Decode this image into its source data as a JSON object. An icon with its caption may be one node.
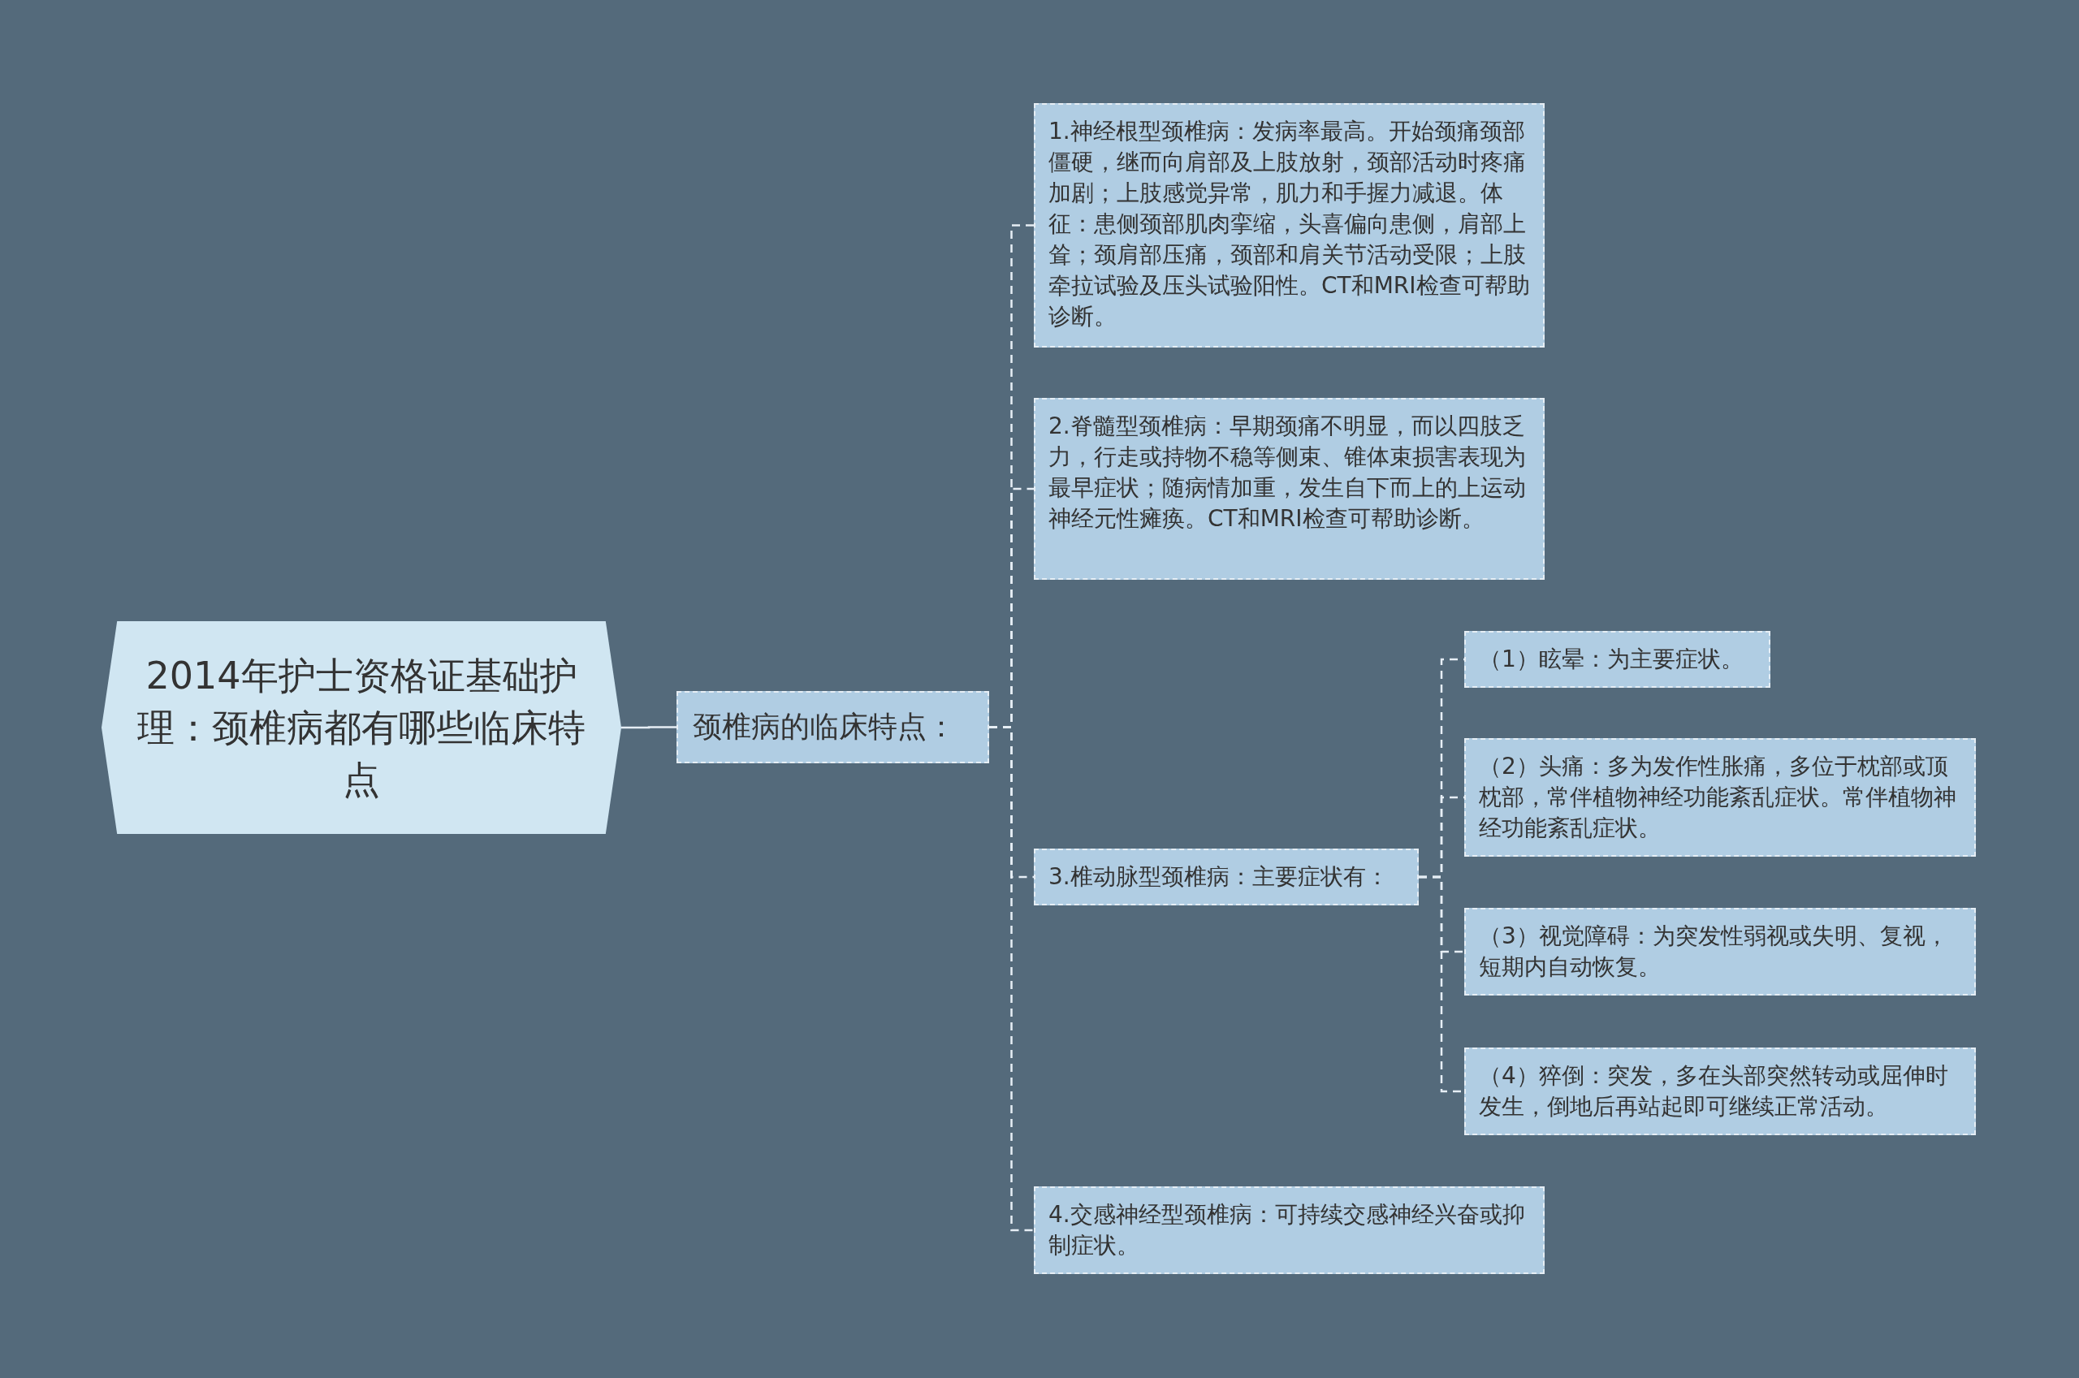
{
  "diagram": {
    "nodes": [
      {
        "text": [
          "2014年护士资格证基础护理：颈椎病都有哪些临床特点"
        ]
      },
      {
        "text": [
          "颈椎病的临床特点："
        ]
      },
      {
        "text": [
          "1.神经根型颈椎病：发病率最高。开始颈痛颈部僵硬，继而向肩部及上肢放射，颈部活动时疼痛加剧；上肢感觉异常，肌力和手握力减退。体征：患侧颈部肌肉挛缩，头喜偏向患侧，肩部上耸；颈肩部压痛，颈部和肩关节活动受限；上肢牵拉试验及压头试验阳性。CT和MRI检查可帮助诊断。"
        ]
      },
      {
        "text": [
          "2.脊髓型颈椎病：早期颈痛不明显，而以四肢乏力，行走或持物不稳等侧束、锥体束损害表现为最早症状；随病情加重，发生自下而上的上运动神经元性瘫痪。CT和MRI检查可帮助诊断。"
        ]
      },
      {
        "text": [
          "3.椎动脉型颈椎病：主要症状有："
        ]
      },
      {
        "text": [
          "（1）眩晕：为主要症状。"
        ]
      },
      {
        "text": [
          "（2）头痛：多为发作性胀痛，多位于枕部或顶枕部，常伴植物神经功能紊乱症状。常伴植物神经功能紊乱症状。"
        ]
      },
      {
        "text": [
          "（3）视觉障碍：为突发性弱视或失明、复视，短期内自动恢复。"
        ]
      },
      {
        "text": [
          "（4）猝倒：突发，多在头部突然转动或屈伸时发生，倒地后再站起即可继续正常活动。"
        ]
      },
      {
        "text": [
          "4.交感神经型颈椎病：可持续交感神经兴奋或抑制症状。"
        ]
      }
    ],
    "edges": [
      {
        "from": 0,
        "to": 1,
        "arrow": "none"
      },
      {
        "from": 1,
        "to": 2,
        "arrow": "none",
        "style": "dashed"
      },
      {
        "from": 1,
        "to": 3,
        "arrow": "none",
        "style": "dashed"
      },
      {
        "from": 1,
        "to": 4,
        "arrow": "none",
        "style": "dashed"
      },
      {
        "from": 4,
        "to": 5,
        "arrow": "none",
        "style": "dashed"
      },
      {
        "from": 4,
        "to": 6,
        "arrow": "none",
        "style": "dashed"
      },
      {
        "from": 4,
        "to": 7,
        "arrow": "none",
        "style": "dashed"
      },
      {
        "from": 4,
        "to": 8,
        "arrow": "none",
        "style": "dashed"
      },
      {
        "from": 1,
        "to": 9,
        "arrow": "none",
        "style": "dashed"
      }
    ]
  }
}
